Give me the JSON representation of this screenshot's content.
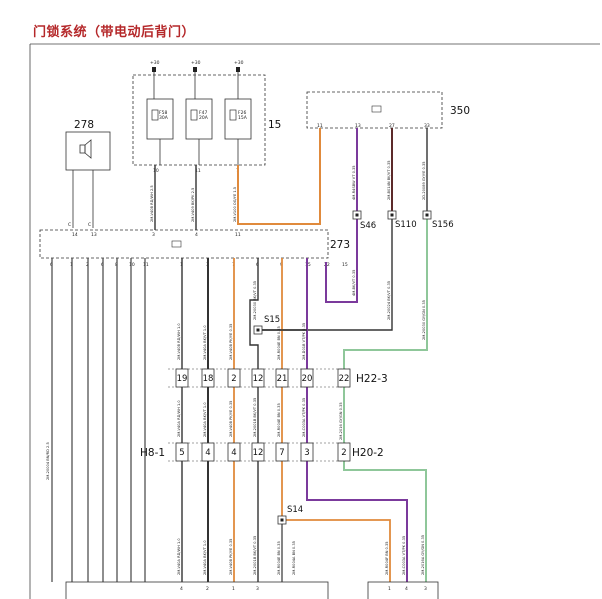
{
  "title": "门锁系统（带电动后背门）",
  "components": {
    "fusebox": {
      "id": "15",
      "supply": "+30",
      "fuses": [
        {
          "name": "F58",
          "rating": "30A"
        },
        {
          "name": "F47",
          "rating": "20A"
        },
        {
          "name": "F26",
          "rating": "15A"
        }
      ],
      "pins": [
        "10",
        "11",
        "7"
      ]
    },
    "speaker": {
      "id": "278",
      "pins": [
        "C",
        "C"
      ]
    },
    "module_273": {
      "id": "273",
      "top_pins": [
        "14",
        "13",
        "3",
        "4",
        "11"
      ],
      "bottom_pins": [
        "6",
        "1",
        "2",
        "6",
        "8",
        "10",
        "11",
        "1",
        "3",
        "7",
        "6",
        "9",
        "15",
        "22",
        "15"
      ]
    },
    "module_350": {
      "id": "350",
      "pins": [
        "11",
        "13",
        "27",
        "33"
      ]
    },
    "splices": [
      "S46",
      "S110",
      "S156",
      "S15",
      "S14"
    ],
    "connector_h22_3": {
      "id": "H22-3",
      "pins": [
        "19",
        "18",
        "2",
        "12",
        "21",
        "20",
        "22"
      ]
    },
    "connector_h8_1": {
      "id": "H8-1",
      "pins": [
        "5",
        "4",
        "4",
        "12",
        "7",
        "3",
        "2"
      ]
    },
    "connector_h20_2": {
      "id": "H20-2"
    },
    "bottom_pins": [
      "4",
      "2",
      "1",
      "3",
      "1",
      "4",
      "3"
    ]
  },
  "wire_codes": {
    "w_f58": "2M-V40B RD/WH 2.5",
    "w_f47": "2M-V409 BK/PK 2.5",
    "w_f26": "2M-V100 OG/YE 1.5",
    "w_s46": "2M-V100S VT 0.35",
    "w_350_13": "4M-R4SBW VT 0.35",
    "w_350_27": "2M-B014N BK/VT 0.35",
    "w_350_33": "2D-20089 GY/YE 0.35",
    "w_s46_273": "4M-BK/VT 0.35",
    "w_s110_273": "2M-20024 BK/VT 0.35",
    "w_s156_h22": "2M-20030 GY/GN 0.35",
    "w_h22_19": "2M-V40B RD/WH 1.0",
    "w_h22_18": "2M-V40A BK/VT 1.0",
    "w_h22_2": "2M-V40B PK/YE 0.35",
    "w_h22_12": "2M-20030 BK/VT 0.35",
    "w_h22_21": "2M-R004E BN 0.35",
    "w_h22_20": "2M-D01B VT/PK 0.35",
    "w_h22_22": "2M-2016 GY/GN 0.35",
    "w_left": "2M-20004 BN/RD 2.5",
    "w_h8_5": "2M-V40A RD/WH 1.0",
    "w_h8_4a": "2M-V40A BK/VT 1.0",
    "w_h8_4b": "2M-V40B PK/YE 0.35",
    "w_h8_12": "2M-2001B BK/VT 0.35",
    "w_h8_7": "2M-R004E BN 0.35",
    "w_h8_3": "2M-C003A VT/PK 0.35",
    "w_h8_2": "2M-2016 GY/GN 0.35",
    "w_s14_a": "2M-R004E BN 0.35",
    "w_s14_b": "2M-R004A BN 0.35",
    "w_bot_1": "2M-R004F BN 0.35",
    "w_bot_2": "2M-C003A VT/PK 0.35",
    "w_bot_3": "2M-2016A GY/GN 0.35"
  },
  "colors": {
    "title": "#b5282a",
    "orange": "#e08a3c",
    "purple": "#7b3a9c",
    "green": "#8fc79a",
    "dark": "#333333",
    "brown": "#5c2a2a"
  }
}
